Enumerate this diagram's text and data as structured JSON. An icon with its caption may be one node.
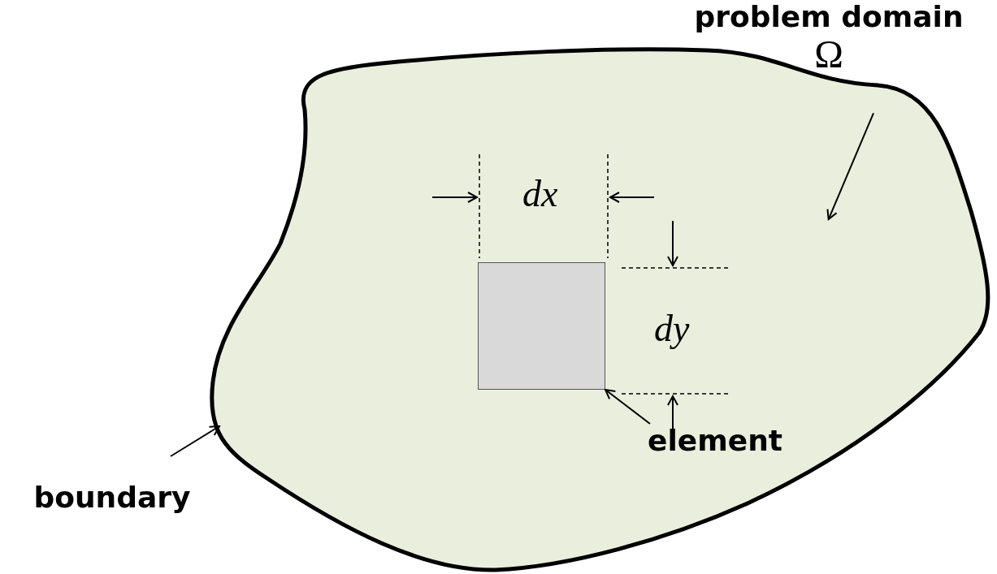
{
  "diagram": {
    "nodes": [
      {
        "text": [],
        "shape": "cloud"
      },
      {
        "text": [],
        "shape": "box",
        "in": 0
      },
      {
        "text": [
          "problem domain",
          "Ω"
        ]
      },
      {
        "text": [
          "element"
        ],
        "in": 0
      },
      {
        "text": [
          "boundary"
        ]
      }
    ],
    "edges": [
      {
        "from": 2,
        "to": 0,
        "arrow": "to"
      },
      {
        "from": 3,
        "to": 1,
        "arrow": "to"
      },
      {
        "from": 4,
        "to": 0,
        "arrow": "to"
      }
    ],
    "labels": [
      "dx",
      "dy"
    ]
  }
}
